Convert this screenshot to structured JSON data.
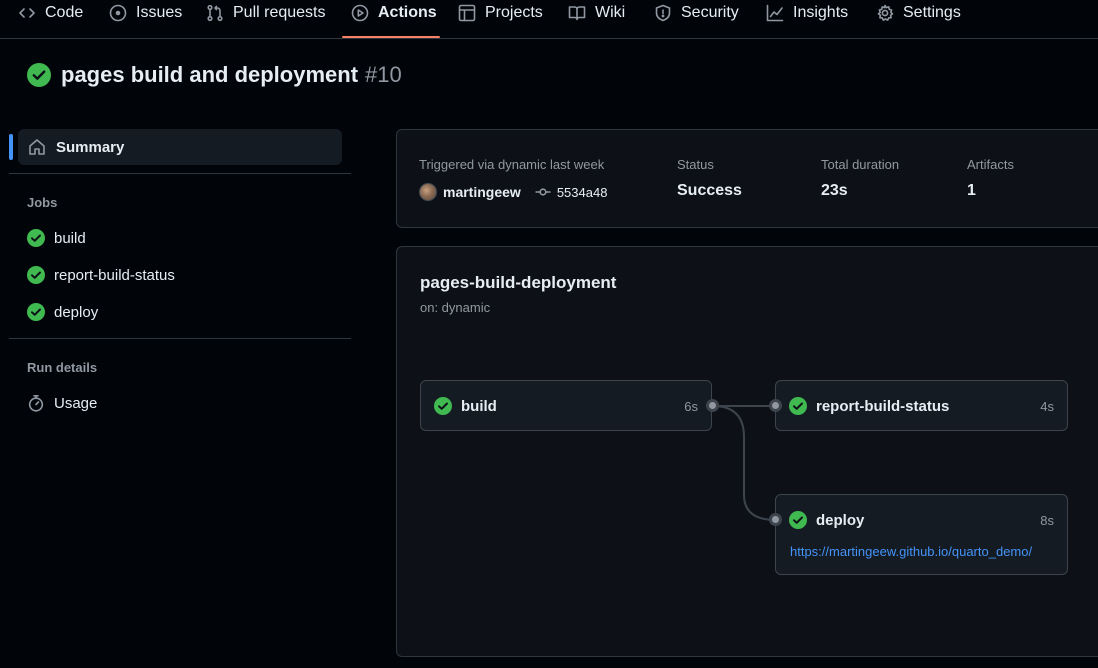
{
  "nav": {
    "tabs": [
      {
        "label": "Code",
        "icon": "code-icon"
      },
      {
        "label": "Issues",
        "icon": "issue-opened-icon"
      },
      {
        "label": "Pull requests",
        "icon": "git-pull-request-icon"
      },
      {
        "label": "Actions",
        "icon": "play-icon",
        "active": true
      },
      {
        "label": "Projects",
        "icon": "table-icon"
      },
      {
        "label": "Wiki",
        "icon": "book-icon"
      },
      {
        "label": "Security",
        "icon": "shield-icon"
      },
      {
        "label": "Insights",
        "icon": "graph-icon"
      },
      {
        "label": "Settings",
        "icon": "gear-icon"
      }
    ]
  },
  "run": {
    "title": "pages build and deployment",
    "number": "#10",
    "status_icon": "check-circle-fill-icon"
  },
  "sidebar": {
    "summary_label": "Summary",
    "jobs_heading": "Jobs",
    "jobs": [
      {
        "label": "build"
      },
      {
        "label": "report-build-status"
      },
      {
        "label": "deploy"
      }
    ],
    "run_details_heading": "Run details",
    "usage_label": "Usage"
  },
  "summary": {
    "trigger_label": "Triggered via dynamic last week",
    "actor": "martingeew",
    "commit": "5534a48",
    "status_label": "Status",
    "status_value": "Success",
    "duration_label": "Total duration",
    "duration_value": "23s",
    "artifacts_label": "Artifacts",
    "artifacts_value": "1"
  },
  "workflow": {
    "name": "pages-build-deployment",
    "trigger": "on: dynamic",
    "jobs": {
      "build": {
        "name": "build",
        "duration": "6s"
      },
      "report": {
        "name": "report-build-status",
        "duration": "4s"
      },
      "deploy": {
        "name": "deploy",
        "duration": "8s",
        "url": "https://martingeew.github.io/quarto_demo/"
      }
    }
  },
  "colors": {
    "success": "#238636",
    "accent": "#f78166",
    "link": "#4493f8"
  }
}
